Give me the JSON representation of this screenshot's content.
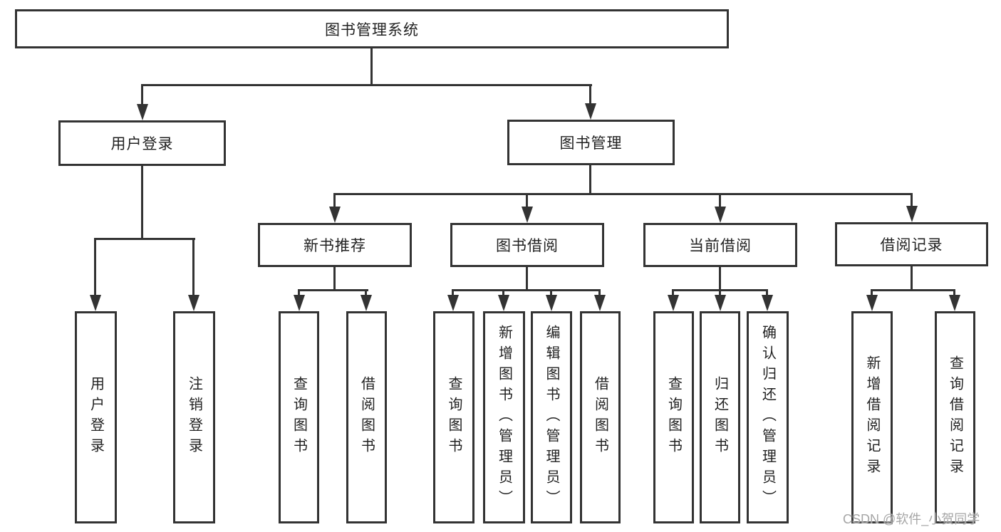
{
  "diagram": {
    "type": "hierarchy-tree",
    "title": "图书管理系统",
    "watermark": "CSDN @软件_小贺同学",
    "colors": {
      "line": "#333333",
      "box_border": "#333333",
      "box_fill": "#ffffff",
      "text": "#222222",
      "background": "#ffffff",
      "watermark": "#a6a6a6"
    },
    "tree": {
      "label": "图书管理系统",
      "children": [
        {
          "label": "用户登录",
          "children": [
            {
              "label": "用户登录"
            },
            {
              "label": "注销登录"
            }
          ]
        },
        {
          "label": "图书管理",
          "children": [
            {
              "label": "新书推荐",
              "children": [
                {
                  "label": "查询图书"
                },
                {
                  "label": "借阅图书"
                }
              ]
            },
            {
              "label": "图书借阅",
              "children": [
                {
                  "label": "查询图书"
                },
                {
                  "label": "新增图书（管理员）"
                },
                {
                  "label": "编辑图书（管理员）"
                },
                {
                  "label": "借阅图书"
                }
              ]
            },
            {
              "label": "当前借阅",
              "children": [
                {
                  "label": "查询图书"
                },
                {
                  "label": "归还图书"
                },
                {
                  "label": "确认归还（管理员）"
                }
              ]
            },
            {
              "label": "借阅记录",
              "children": [
                {
                  "label": "新增借阅记录"
                },
                {
                  "label": "查询借阅记录"
                }
              ]
            }
          ]
        }
      ]
    }
  }
}
